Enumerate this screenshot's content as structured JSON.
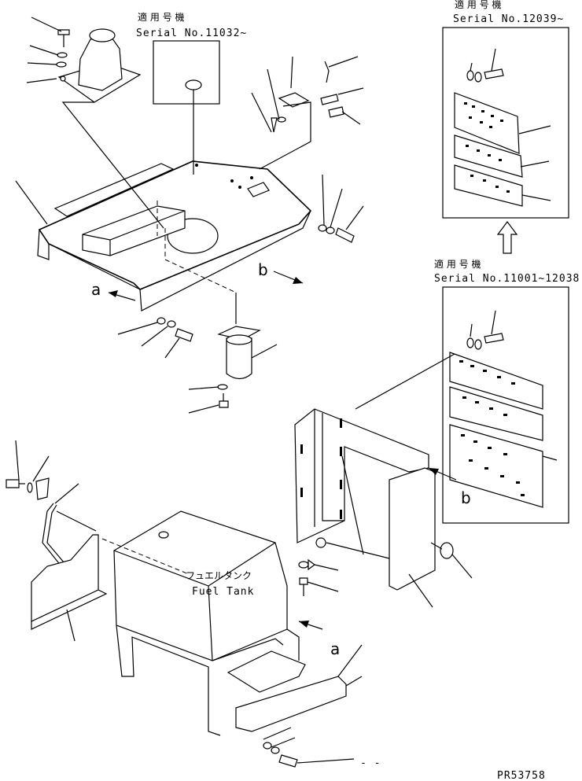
{
  "labels": {
    "top_right_serial_jp": "適 用 号 機",
    "top_right_serial": "Serial No.12039~",
    "top_mid_serial_jp": "適 用 号 機",
    "top_mid_serial": "Serial No.11032~",
    "mid_right_serial_jp": "適 用 号 機",
    "mid_right_serial": "Serial No.11001~12038",
    "view_a_top": "a",
    "view_b_top": "b",
    "view_b_right": "b",
    "view_a_bottom": "a",
    "fuel_tank_jp": "フュエルタンク",
    "fuel_tank_en": "Fuel Tank",
    "part_code": "PR53758",
    "trailing_dash": "- -"
  }
}
